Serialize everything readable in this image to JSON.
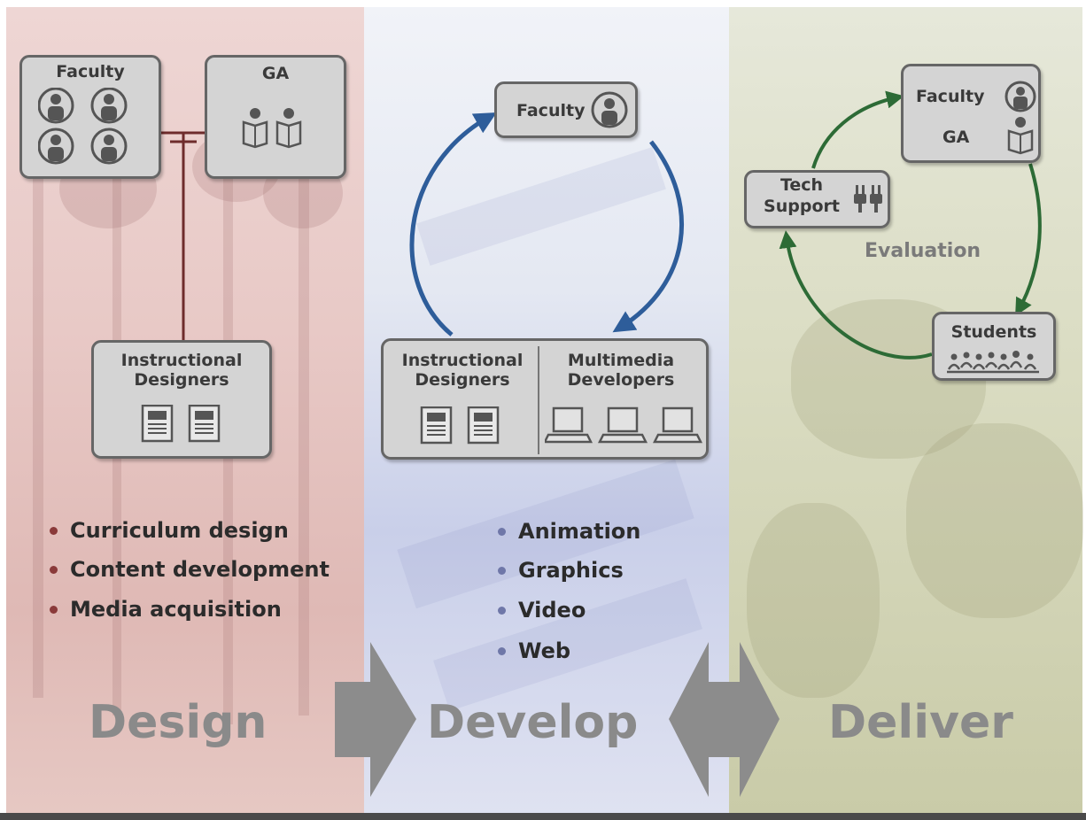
{
  "design": {
    "faculty_label": "Faculty",
    "ga_label": "GA",
    "designers_line1": "Instructional",
    "designers_line2": "Designers",
    "bullets": [
      "Curriculum design",
      "Content development",
      "Media acquisition"
    ],
    "title": "Design"
  },
  "develop": {
    "faculty_label": "Faculty",
    "designers_line1": "Instructional",
    "designers_line2": "Designers",
    "developers_line1": "Multimedia",
    "developers_line2": "Developers",
    "bullets": [
      "Animation",
      "Graphics",
      "Video",
      "Web"
    ],
    "title": "Develop"
  },
  "deliver": {
    "faculty_label": "Faculty",
    "ga_label": "GA",
    "tech_line1": "Tech",
    "tech_line2": "Support",
    "evaluation_label": "Evaluation",
    "students_label": "Students",
    "title": "Deliver"
  },
  "colors": {
    "design_bullet": "#8a3a3a",
    "develop_bullet": "#6f77a8",
    "develop_cycle": "#2e5d9a",
    "deliver_cycle": "#2d6b36",
    "connector": "#6e2c2c",
    "phase_arrow": "#8c8c8c"
  },
  "icons": [
    "person-icon",
    "reader-icon",
    "document-icon",
    "laptop-icon",
    "plug-icon",
    "audience-icon"
  ]
}
